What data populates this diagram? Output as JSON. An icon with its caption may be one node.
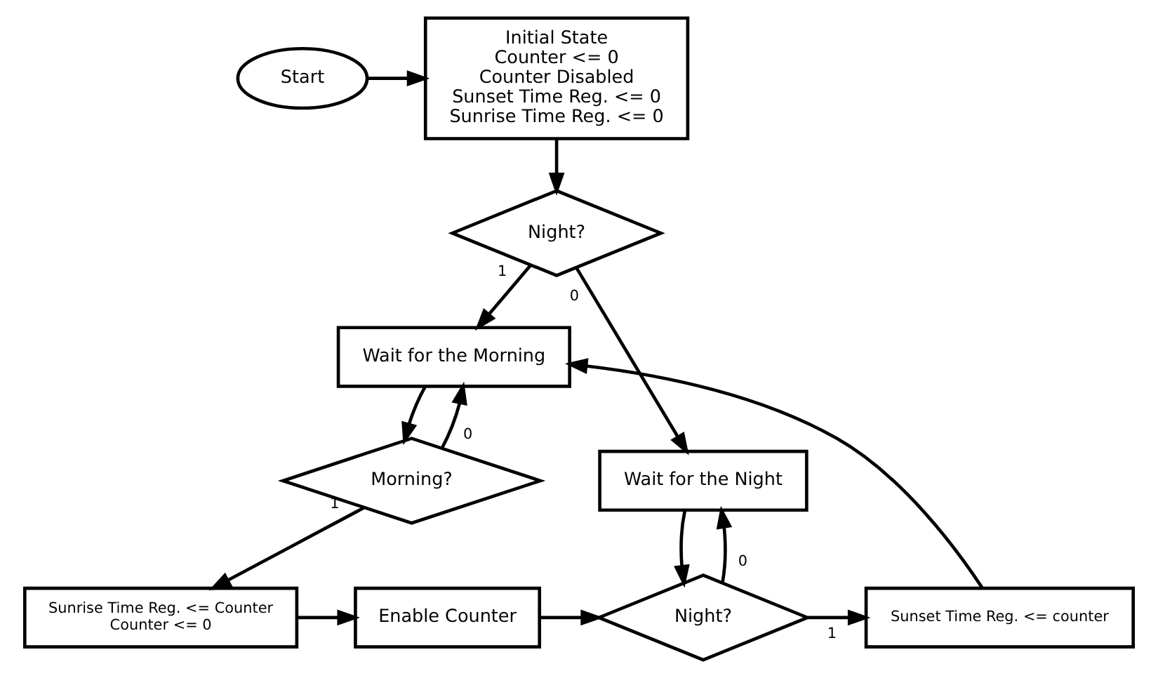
{
  "diagram": {
    "nodes": [
      {
        "text": [
          "Start"
        ]
      },
      {
        "text": [
          "Initial State",
          "Counter <= 0",
          "Counter Disabled",
          "Sunset Time Reg. <= 0",
          "Sunrise Time Reg. <= 0"
        ]
      },
      {
        "text": [
          "Night?"
        ]
      },
      {
        "text": [
          "Wait for the Morning"
        ]
      },
      {
        "text": [
          "Morning?"
        ]
      },
      {
        "text": [
          "Sunrise Time Reg. <= Counter",
          "Counter <= 0"
        ]
      },
      {
        "text": [
          "Enable Counter"
        ]
      },
      {
        "text": [
          "Wait for the Night"
        ]
      },
      {
        "text": [
          "Night?"
        ]
      },
      {
        "text": [
          "Sunset Time Reg. <= counter"
        ]
      }
    ],
    "edges": [
      {
        "from": 0,
        "to": 1,
        "arrow": "to"
      },
      {
        "from": 1,
        "to": 2,
        "arrow": "to"
      },
      {
        "from": 2,
        "to": 3,
        "arrow": "to",
        "label": "1"
      },
      {
        "from": 2,
        "to": 7,
        "arrow": "to",
        "label": "0"
      },
      {
        "from": 3,
        "to": 4,
        "arrow": "to"
      },
      {
        "from": 4,
        "to": 3,
        "arrow": "to",
        "label": "0"
      },
      {
        "from": 4,
        "to": 5,
        "arrow": "to",
        "label": "1"
      },
      {
        "from": 5,
        "to": 6,
        "arrow": "to"
      },
      {
        "from": 6,
        "to": 8,
        "arrow": "to"
      },
      {
        "from": 7,
        "to": 8,
        "arrow": "to"
      },
      {
        "from": 8,
        "to": 7,
        "arrow": "to",
        "label": "0"
      },
      {
        "from": 8,
        "to": 9,
        "arrow": "to",
        "label": "1"
      },
      {
        "from": 9,
        "to": 3,
        "arrow": "to"
      }
    ]
  }
}
